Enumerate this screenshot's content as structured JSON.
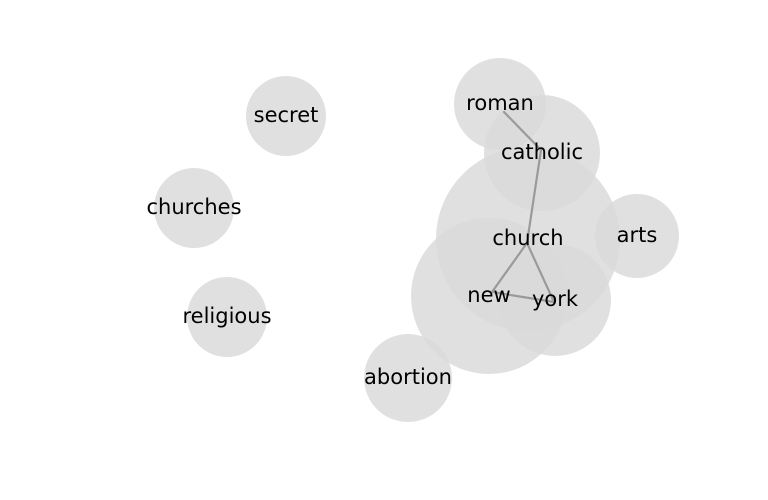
{
  "nodes": [
    {
      "id": "secret",
      "label": "secret",
      "weight": 1
    },
    {
      "id": "roman",
      "label": "roman",
      "weight": 1.2
    },
    {
      "id": "catholic",
      "label": "catholic",
      "weight": 2
    },
    {
      "id": "churches",
      "label": "churches",
      "weight": 1
    },
    {
      "id": "church",
      "label": "church",
      "weight": 4
    },
    {
      "id": "arts",
      "label": "arts",
      "weight": 1.1
    },
    {
      "id": "new",
      "label": "new",
      "weight": 3.4
    },
    {
      "id": "york",
      "label": "york",
      "weight": 1.8
    },
    {
      "id": "religious",
      "label": "religious",
      "weight": 1
    },
    {
      "id": "abortion",
      "label": "abortion",
      "weight": 1.2
    }
  ],
  "edges": [
    {
      "source": "roman",
      "target": "catholic"
    },
    {
      "source": "catholic",
      "target": "church"
    },
    {
      "source": "church",
      "target": "new"
    },
    {
      "source": "church",
      "target": "york"
    },
    {
      "source": "new",
      "target": "york"
    }
  ],
  "colors": {
    "node_fill": "#d9d9d9",
    "edge": "#9a9a9a",
    "label": "#000000",
    "background": "#ffffff"
  }
}
